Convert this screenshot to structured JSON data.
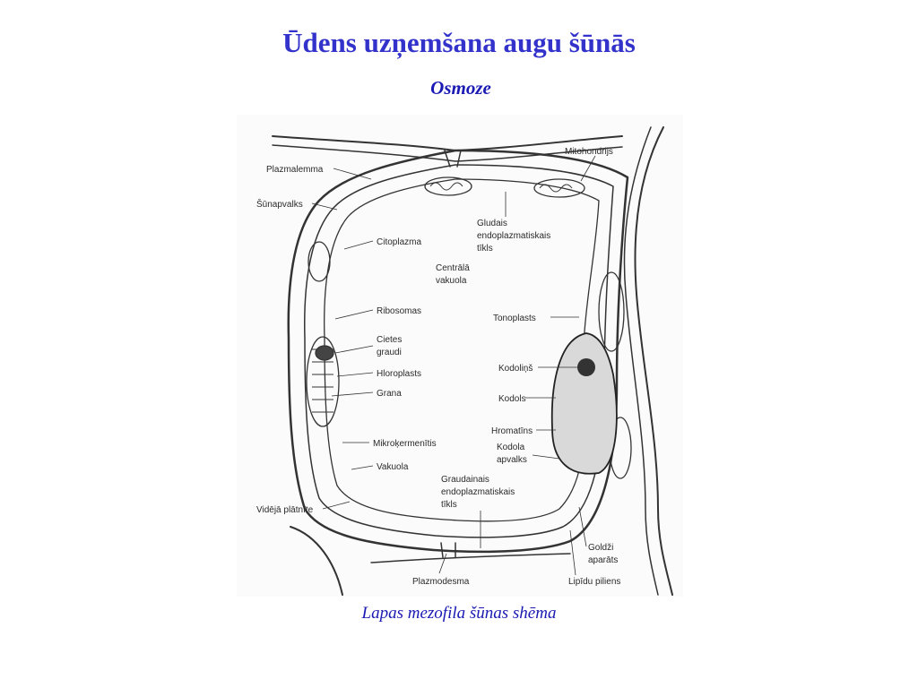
{
  "page": {
    "title": "Ūdens uzņemšana augu šūnās",
    "subtitle": "Osmoze",
    "caption": "Lapas mezofila šūnas shēma"
  },
  "diagram": {
    "labels": {
      "plazmalemma": "Plazmalemma",
      "sunapvalks": "Šūnapvalks",
      "citoplazma": "Citoplazma",
      "ribosomas": "Ribosomas",
      "cietes_graudi_1": "Cietes",
      "cietes_graudi_2": "graudi",
      "hloroplasts": "Hloroplasts",
      "grana": "Grana",
      "mikrokermenitis": "Mikroķermenītis",
      "vakuola": "Vakuola",
      "videja_platnite": "Vidējā plātnīte",
      "plazmodesma": "Plazmodesma",
      "mitohondrijs": "Mitohondrijs",
      "gludais_er_1": "Gludais",
      "gludais_er_2": "endoplazmatiskais",
      "gludais_er_3": "tīkls",
      "centrala_vakuola_1": "Centrālā",
      "centrala_vakuola_2": "vakuola",
      "tonoplasts": "Tonoplasts",
      "kodolins": "Kodoliņš",
      "kodols": "Kodols",
      "hromatins": "Hromatīns",
      "kodola_apvalks_1": "Kodola",
      "kodola_apvalks_2": "apvalks",
      "graudainais_er_1": "Graudainais",
      "graudainais_er_2": "endoplazmatiskais",
      "graudainais_er_3": "tīkls",
      "goldzi_1": "Goldži",
      "goldzi_2": "aparāts",
      "lipidu_piliens": "Lipīdu piliens"
    }
  }
}
